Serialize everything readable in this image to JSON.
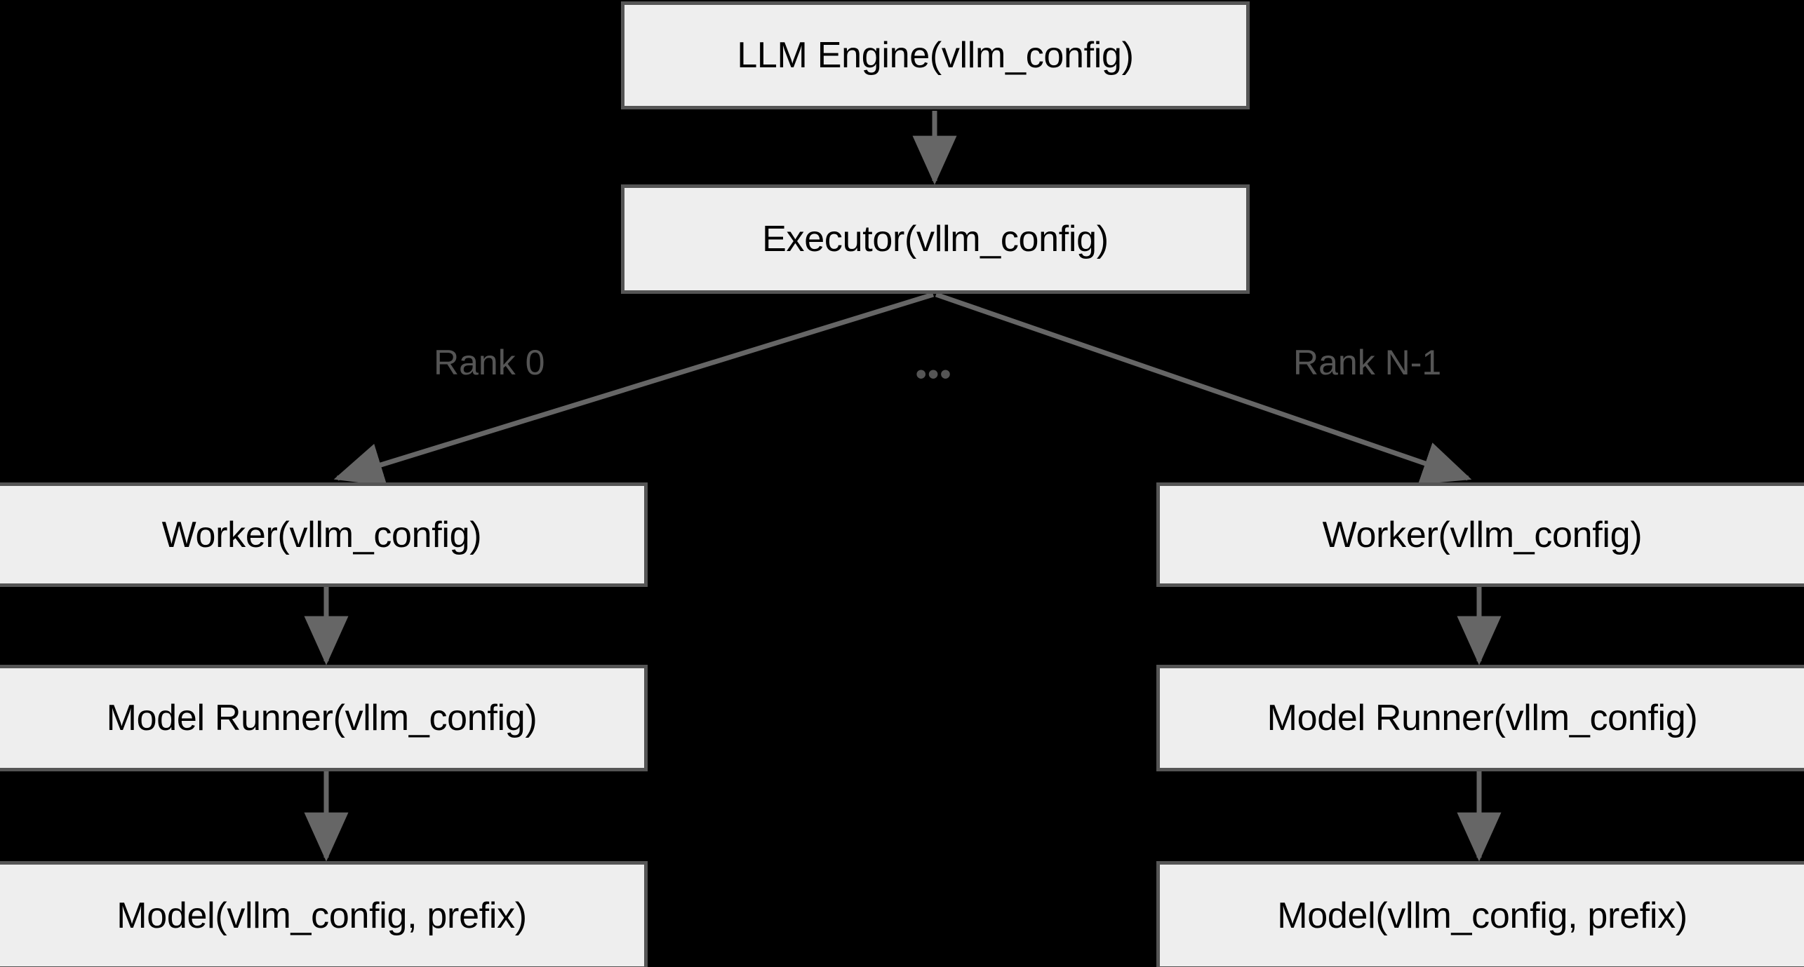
{
  "diagram": {
    "type": "flowchart",
    "title": "vLLM config propagation architecture",
    "background_color": "#000000",
    "node_fill": "#eeeeee",
    "node_border": "#555555",
    "edge_color": "#666666",
    "label_color": "#555555",
    "nodes": {
      "llm_engine": "LLM Engine(vllm_config)",
      "executor": "Executor(vllm_config)",
      "worker_rank0": "Worker(vllm_config)",
      "model_runner_rank0": "Model Runner(vllm_config)",
      "model_rank0": "Model(vllm_config, prefix)",
      "worker_rankn": "Worker(vllm_config)",
      "model_runner_rankn": "Model Runner(vllm_config)",
      "model_rankn": "Model(vllm_config, prefix)"
    },
    "edge_labels": {
      "rank_first": "Rank 0",
      "rank_middle": "•••",
      "rank_last": "Rank N-1"
    }
  }
}
